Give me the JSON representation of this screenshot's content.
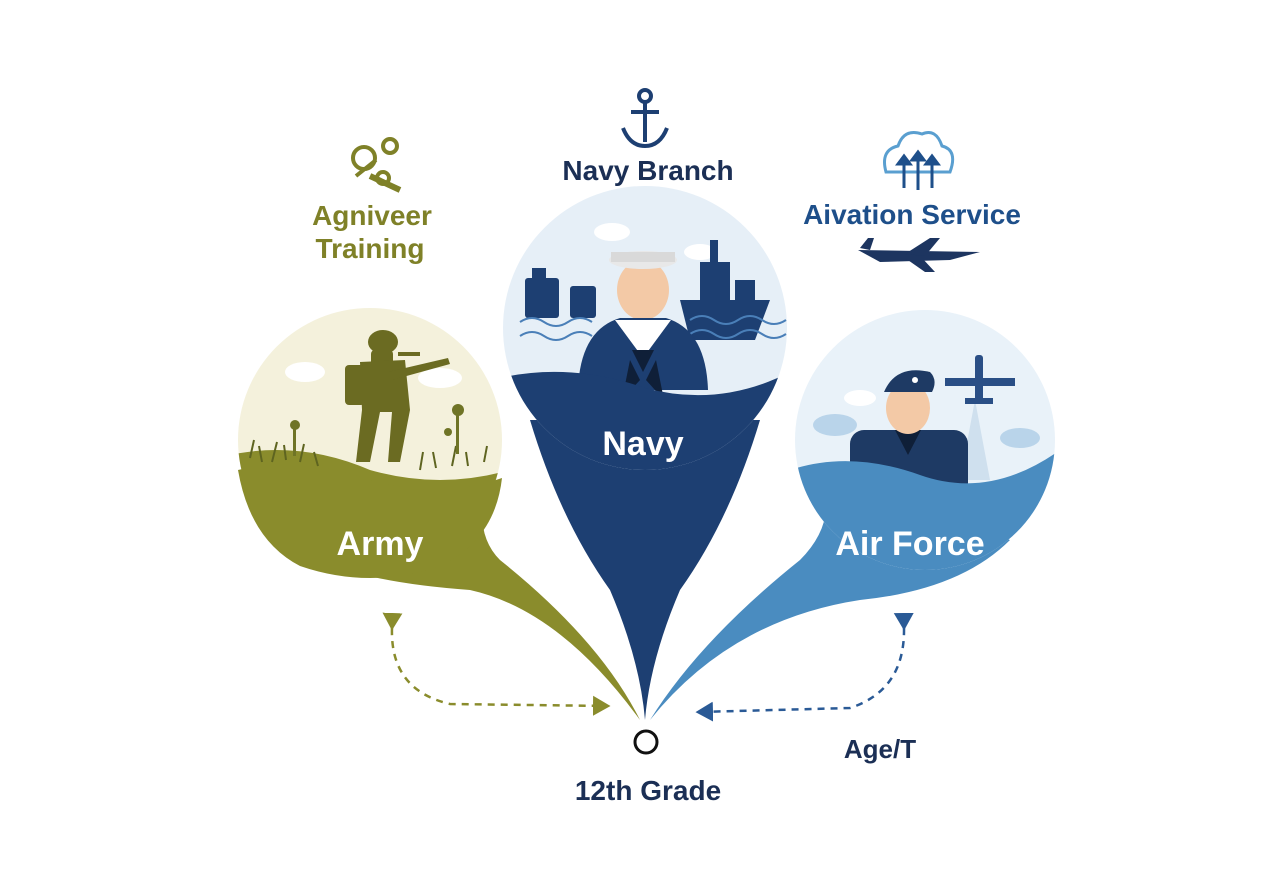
{
  "colors": {
    "army": "#8a8c2c",
    "army_dark": "#5e6420",
    "navy": "#1d3f72",
    "navy_dark": "#16305a",
    "airforce": "#4a8cc0",
    "airforce_dark": "#1e3a64",
    "sky_light": "#e8f1f8",
    "olive_text": "#7f8128",
    "navy_text": "#1b2f55",
    "blue_text": "#1e4f8a",
    "air_icon": "#5a9fd0"
  },
  "branches": {
    "army": {
      "label": "Army",
      "icon": "gear-wrench-icon",
      "caption_line1": "Agniveer",
      "caption_line2": "Training"
    },
    "navy": {
      "label": "Navy",
      "icon": "anchor-icon",
      "caption": "Navy Branch"
    },
    "airforce": {
      "label": "Air Force",
      "icon": "cloud-upload-icon",
      "caption": "Aivation Service"
    }
  },
  "origin": {
    "label": "12th Grade"
  },
  "annotations": {
    "right_note": "Age/T"
  }
}
